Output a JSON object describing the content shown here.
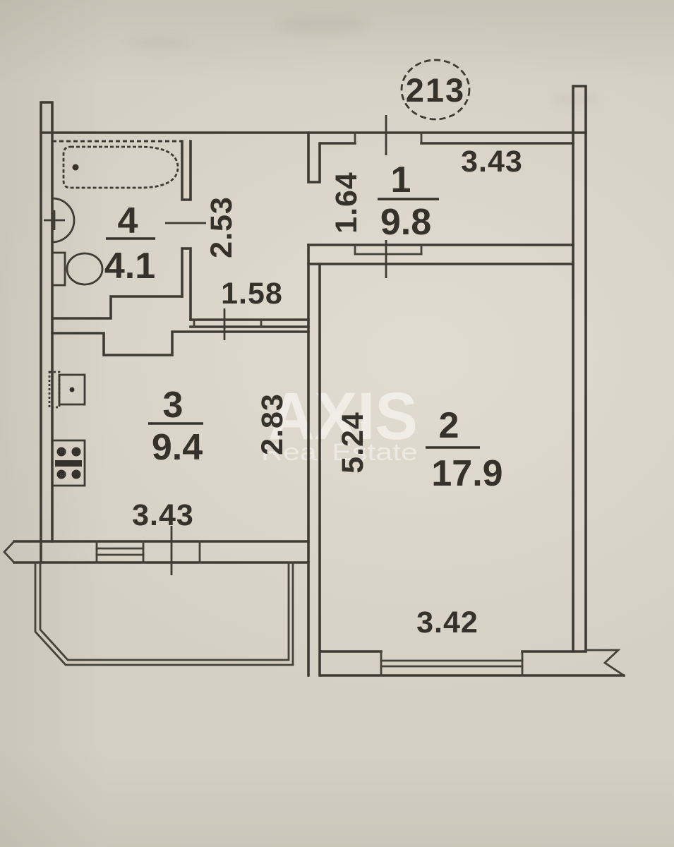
{
  "unit": {
    "number": "213"
  },
  "watermark": {
    "brand": "AXIS",
    "subtitle": "Real Estate"
  },
  "rooms": [
    {
      "id": "1",
      "area": "9.8"
    },
    {
      "id": "2",
      "area": "17.9"
    },
    {
      "id": "3",
      "area": "9.4"
    },
    {
      "id": "4",
      "area": "4.1"
    }
  ],
  "dimensions": {
    "room1_width": "3.43",
    "room1_depth": "1.64",
    "hallway_depth": "2.53",
    "hallway_width": "1.58",
    "kitchen_depth": "2.83",
    "kitchen_width": "3.43",
    "room2_depth": "5.24",
    "room2_width": "3.42"
  },
  "colors": {
    "paper": "#d6d0c4",
    "ink": "#35322b",
    "line": "#3e3b34",
    "watermark": "#ffffff"
  }
}
